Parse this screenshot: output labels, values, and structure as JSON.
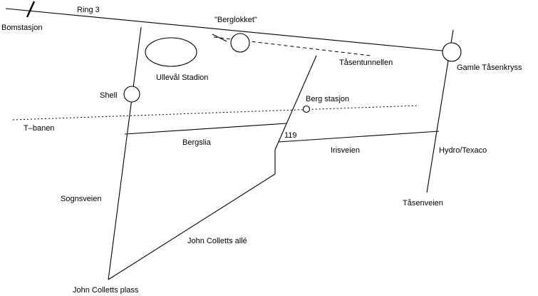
{
  "colors": {
    "ink": "#000000",
    "background": "#ffffff"
  },
  "labels": {
    "ring3": "Ring 3",
    "bomstasjon": "Bomstasjon",
    "berglokket": "\"Berglokket\"",
    "tasentunnellen": "Tåsentunnellen",
    "gamle_tasenkryss": "Gamle Tåsenkryss",
    "ullevaal_stadion": "Ullevål Stadion",
    "shell": "Shell",
    "berg_stasjon": "Berg stasjon",
    "t_banen": "T–banen",
    "road_119": "119",
    "bergslia": "Bergslia",
    "irisveien": "Irisveien",
    "hydro_texaco": "Hydro/Texaco",
    "sognsveien": "Sognsveien",
    "tasenveien": "Tåsenveien",
    "john_colletts_alle": "John Colletts allé",
    "john_colletts_plass": "John Colletts plass"
  }
}
